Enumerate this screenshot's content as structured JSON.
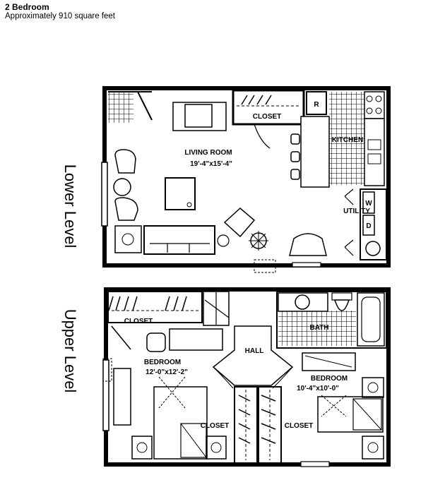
{
  "header": {
    "title": "2 Bedroom",
    "subtitle": "Approximately 910 square feet"
  },
  "levels": {
    "lower": "Lower Level",
    "upper": "Upper Level"
  },
  "rooms": {
    "closet_lower": "CLOSET",
    "living_room": "LIVING ROOM",
    "living_room_dims": "19'-4\"x15'-4\"",
    "refrigerator": "R",
    "kitchen": "KITCHEN",
    "washer": "W",
    "dryer": "D",
    "utility": "UTILITY",
    "closet_upper": "CLOSET",
    "bedroom1": "BEDROOM",
    "bedroom1_dims": "12'-0\"x12'-2\"",
    "hall": "HALL",
    "bath": "BATH",
    "bedroom2": "BEDROOM",
    "bedroom2_dims": "10'-4\"x10'-0\"",
    "closet_bed1": "CLOSET",
    "closet_bed2": "CLOSET"
  }
}
